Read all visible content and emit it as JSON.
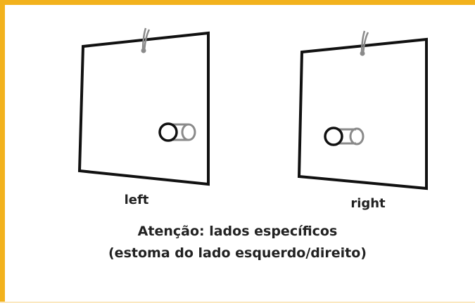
{
  "colors": {
    "border_accent": "#f2b21d",
    "bottom_line": "#fbe8c0",
    "outline": "#111111",
    "stoma_old": "#8a8a8a",
    "stem": "#8a8a8a"
  },
  "panels": {
    "left": {
      "label": "left"
    },
    "right": {
      "label": "right"
    }
  },
  "caption": {
    "line1": "Atenção: lados específicos",
    "line2": "(estoma do lado esquerdo/direito)"
  }
}
